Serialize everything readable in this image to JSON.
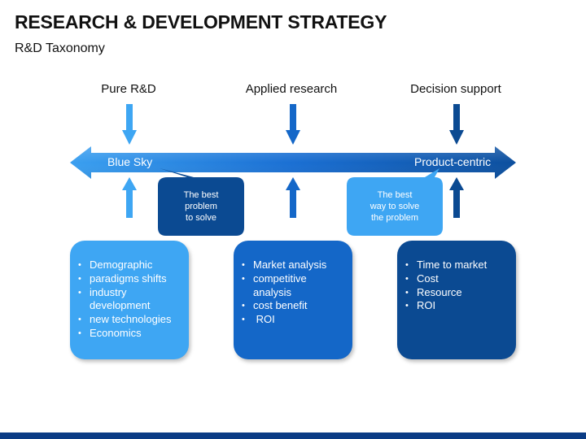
{
  "header": {
    "title": "RESEARCH & DEVELOPMENT STRATEGY",
    "subtitle": "R&D Taxonomy"
  },
  "columns": [
    {
      "label": "Pure R&D"
    },
    {
      "label": "Applied research"
    },
    {
      "label": "Decision support"
    }
  ],
  "axis": {
    "left_label": "Blue Sky",
    "right_label": "Product-centric"
  },
  "callouts": [
    {
      "text": [
        "The best",
        "problem",
        "to solve"
      ]
    },
    {
      "text": [
        "The best",
        "way to solve",
        "the problem"
      ]
    }
  ],
  "boxes": [
    {
      "items": [
        "Demographic",
        "paradigms shifts",
        "industry development",
        "new technologies",
        "Economics"
      ]
    },
    {
      "items": [
        "Market analysis",
        "competitive analysis",
        "cost benefit",
        " ROI"
      ]
    },
    {
      "items": [
        "Time to market",
        "Cost",
        "Resource",
        "ROI"
      ]
    }
  ],
  "colors": {
    "light_blue": "#3ea6f3",
    "mid_blue": "#1467c8",
    "dark_blue": "#0b4a92",
    "arrow_blue": "#1f7fe0"
  }
}
